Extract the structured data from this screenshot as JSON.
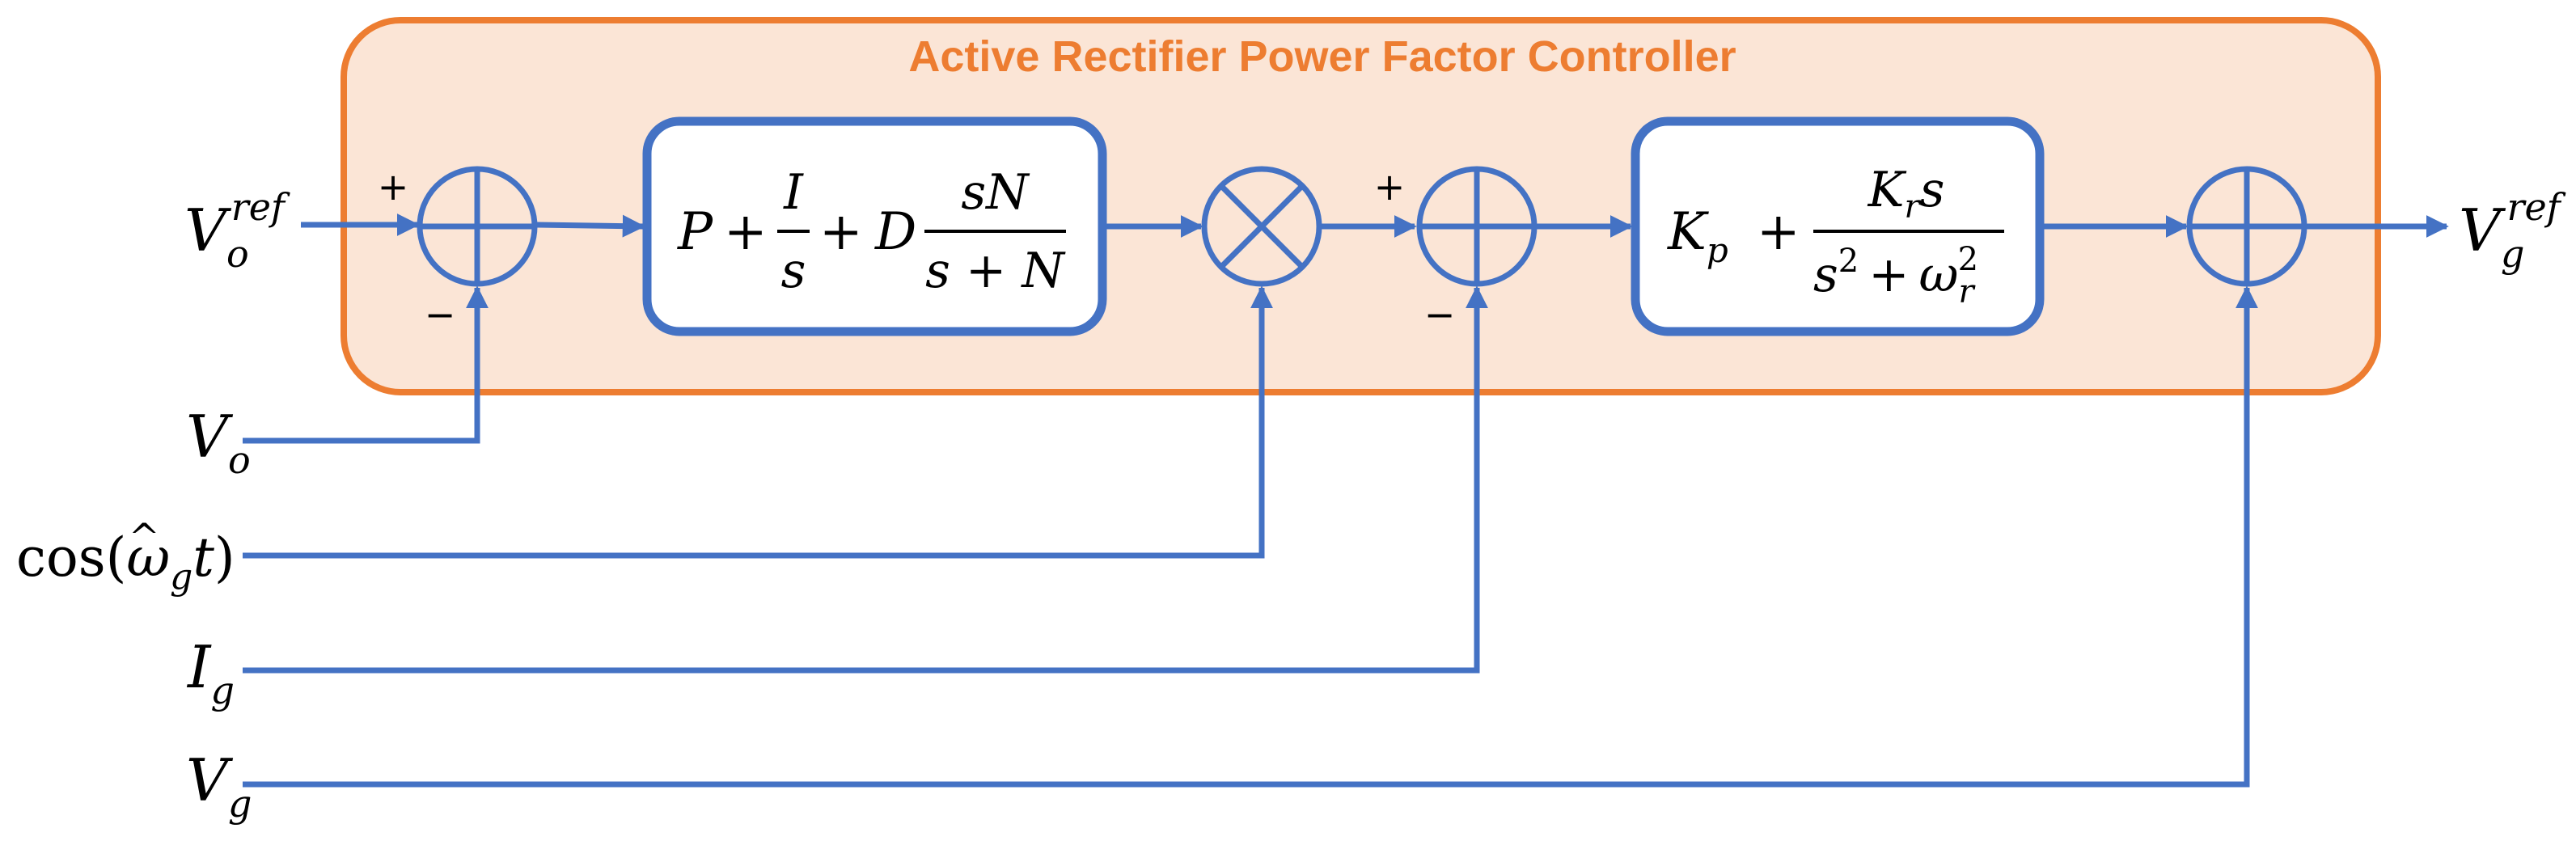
{
  "controller": {
    "title": "Active Rectifier Power Factor Controller"
  },
  "signals": {
    "vo_ref": {
      "base": "V",
      "sub": "o",
      "sup": "ref"
    },
    "vo": {
      "base": "V",
      "sub": "o"
    },
    "cos": {
      "fn": "cos(",
      "omega": "ω",
      "hat": "^",
      "sub": "g",
      "t": "t",
      "close": ")"
    },
    "ig": {
      "base": "I",
      "sub": "g"
    },
    "vg": {
      "base": "V",
      "sub": "g"
    },
    "vg_ref": {
      "base": "V",
      "sub": "g",
      "sup": "ref"
    }
  },
  "signs": {
    "plus": "+",
    "minus": "−"
  },
  "pid_block": {
    "P": "P",
    "plus1": "+",
    "I": "I",
    "s1": "s",
    "plus2": "+",
    "D": "D",
    "num": "sN",
    "den": "s + N"
  },
  "pr_block": {
    "Kp": "K",
    "Kp_sub": "p",
    "plus": "+",
    "num_K": "K",
    "num_sub": "r",
    "num_s": "s",
    "den_s": "s",
    "den_exp": "2",
    "den_plus": "+",
    "den_omega": "ω",
    "den_sub": "r",
    "den_sup": "2"
  },
  "icons": {
    "sum": "summing-junction-icon",
    "mult": "multiplier-icon"
  },
  "colors": {
    "signal": "#4472C4",
    "controller_border": "#ED7D31",
    "controller_fill": "#FBE5D6",
    "text": "#000000"
  }
}
